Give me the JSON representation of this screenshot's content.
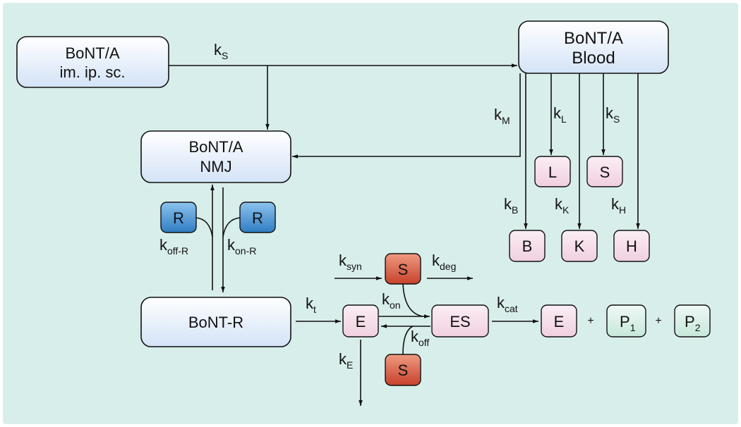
{
  "colors": {
    "background": "#d8eeeb",
    "blue_box": "#e4eefa",
    "pink_box": "#f6e2ec",
    "red_species": "#d9553b",
    "blue_species": "#3d8fd1",
    "green_species": "#d7efe6"
  },
  "boxes": {
    "depot": {
      "line1": "BoNT/A",
      "line2": "im. ip. sc."
    },
    "blood": {
      "line1": "BoNT/A",
      "line2": "Blood"
    },
    "nmj": {
      "line1": "BoNT/A",
      "line2": "NMJ"
    },
    "bontr": {
      "line1": "BoNT-R"
    }
  },
  "tissues": {
    "L": "L",
    "S": "S",
    "B": "B",
    "K": "K",
    "H": "H"
  },
  "species": {
    "R_left": "R",
    "R_right": "R",
    "S_top": "S",
    "S_bottom": "S",
    "E1": "E",
    "ES": "ES",
    "E2": "E",
    "P1": "P",
    "P1_sub": "1",
    "P2": "P",
    "P2_sub": "2"
  },
  "plus_sign": "+",
  "rates": {
    "kS_top": {
      "k": "k",
      "sub": "S"
    },
    "kM": {
      "k": "k",
      "sub": "M"
    },
    "kL": {
      "k": "k",
      "sub": "L"
    },
    "kS_blood": {
      "k": "k",
      "sub": "S"
    },
    "kB": {
      "k": "k",
      "sub": "B"
    },
    "kK": {
      "k": "k",
      "sub": "K"
    },
    "kH": {
      "k": "k",
      "sub": "H"
    },
    "koffR": {
      "k": "k",
      "sub": "off-R"
    },
    "konR": {
      "k": "k",
      "sub": "on-R"
    },
    "ksyn": {
      "k": "k",
      "sub": "syn"
    },
    "kdeg": {
      "k": "k",
      "sub": "deg"
    },
    "kt": {
      "k": "k",
      "sub": "t"
    },
    "kon": {
      "k": "k",
      "sub": "on"
    },
    "koff": {
      "k": "k",
      "sub": "off"
    },
    "kcat": {
      "k": "k",
      "sub": "cat"
    },
    "kE": {
      "k": "k",
      "sub": "E"
    }
  }
}
